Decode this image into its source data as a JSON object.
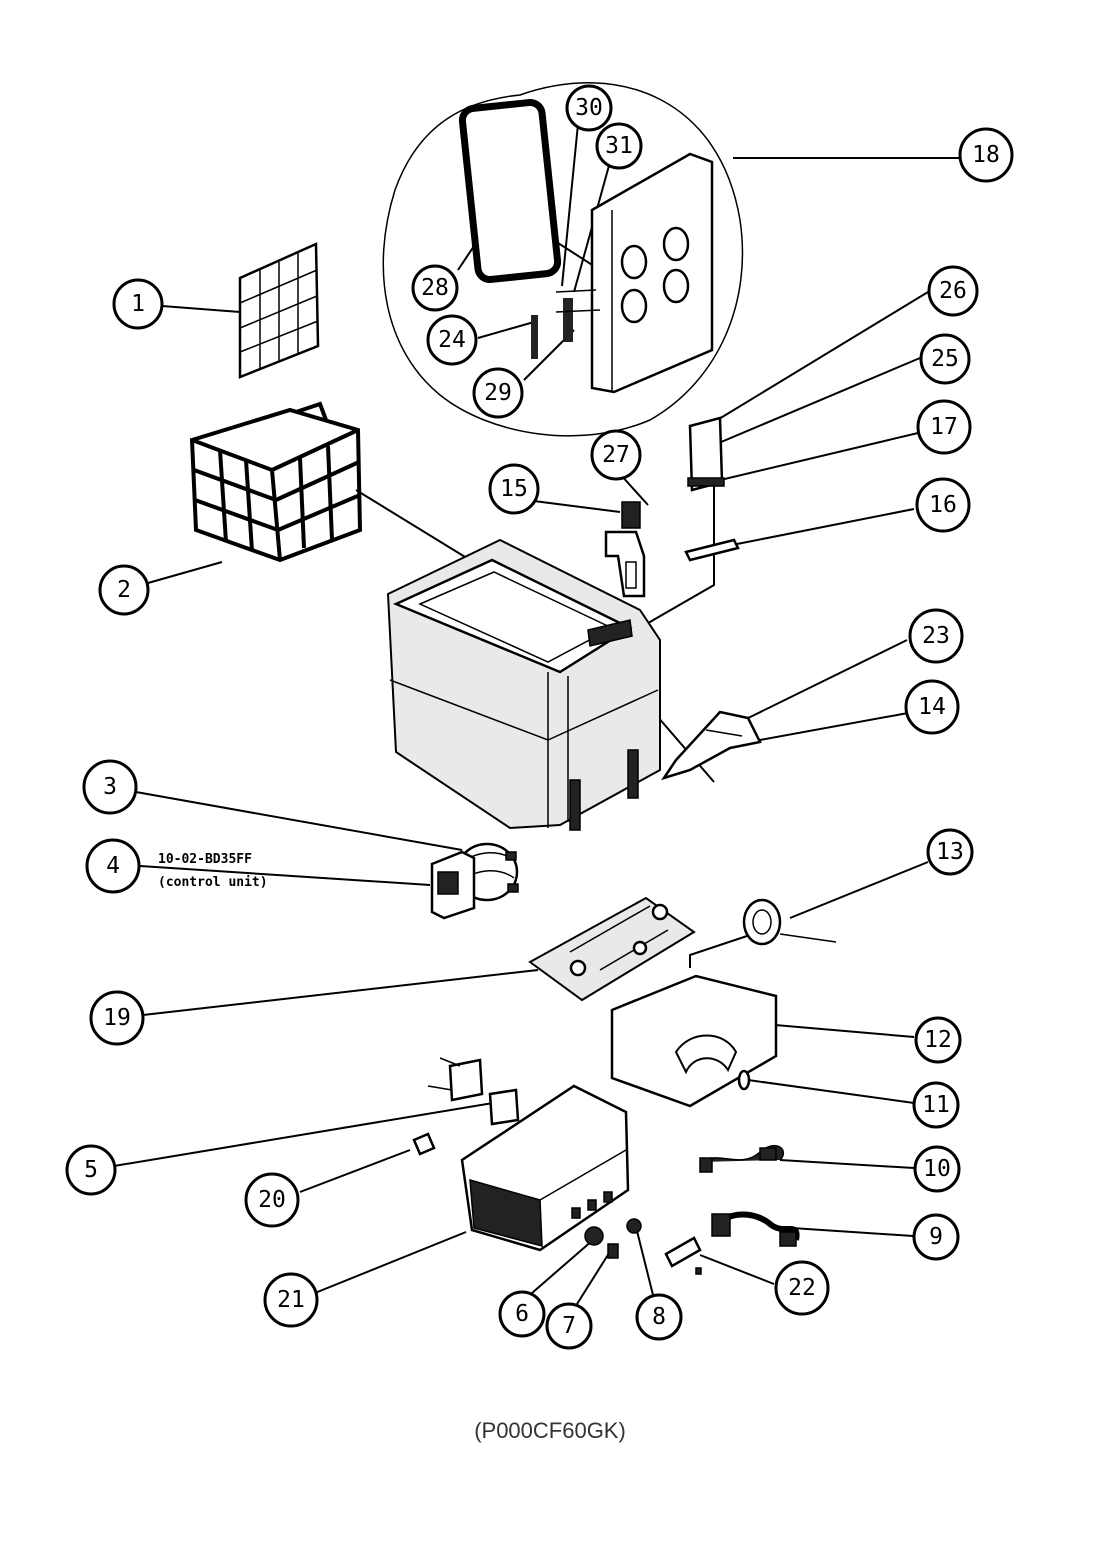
{
  "diagram": {
    "callouts": [
      "1",
      "2",
      "3",
      "4",
      "5",
      "6",
      "7",
      "8",
      "9",
      "10",
      "11",
      "12",
      "13",
      "14",
      "15",
      "16",
      "17",
      "18",
      "19",
      "20",
      "21",
      "22",
      "23",
      "24",
      "25",
      "26",
      "27",
      "28",
      "29",
      "30",
      "31"
    ],
    "note": {
      "line1": "10-02-BD35FF",
      "line2": "(control unit)"
    },
    "model_code": "(P000CF60GK)"
  },
  "colors": {
    "ink": "#000000",
    "background": "#ffffff",
    "caption": "#333333"
  }
}
